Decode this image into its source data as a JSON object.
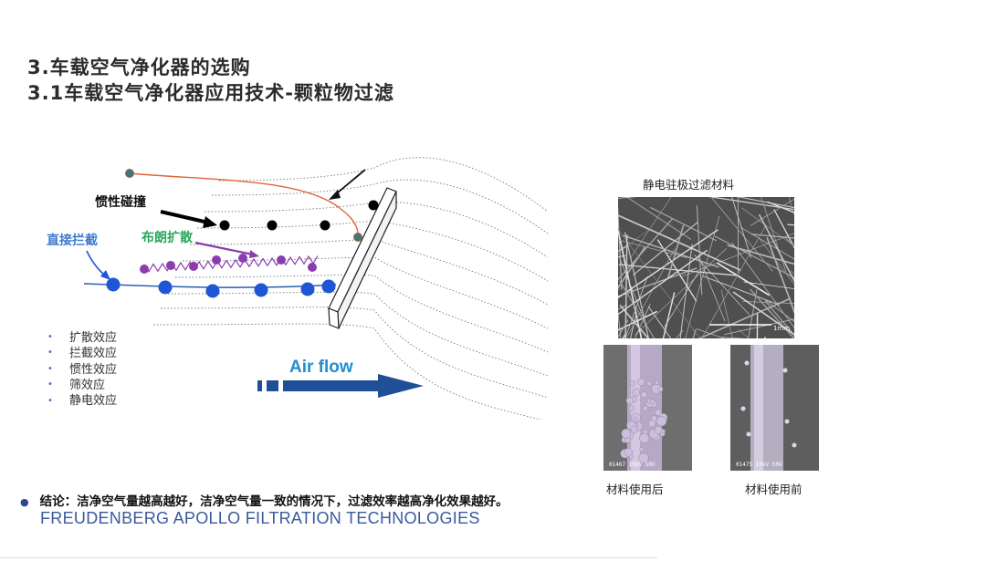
{
  "titles": {
    "line1": "3.车载空气净化器的选购",
    "line2": "3.1车载空气净化器应用技术-颗粒物过滤"
  },
  "diagram": {
    "labels": {
      "inertial": "惯性碰撞",
      "interception": "直接拦截",
      "brownian": "布朗扩散",
      "airflow": "Air flow"
    },
    "colors": {
      "interception": "#3d7ad0",
      "brownian": "#2aa55a",
      "airflow": "#1f5fa8",
      "particle_blue": "#1e56d6",
      "particle_purple": "#8b3cb0",
      "trajectory": "#e0643a"
    }
  },
  "effects": [
    "扩散效应",
    "拦截效应",
    "惯性效应",
    "筛效应",
    "静电效应"
  ],
  "sem": {
    "title": "静电驻极过滤材料",
    "scale_label": "1mm",
    "after_info": "01467 15kV 50U",
    "before_info": "01475 15kV 50U",
    "caption_after": "材料使用后",
    "caption_before": "材料使用前"
  },
  "conclusion": "结论：洁净空气量越高越好，洁净空气量一致的情况下，过滤效率越高净化效果越好。",
  "brand": "FREUDENBERG APOLLO FILTRATION TECHNOLOGIES"
}
